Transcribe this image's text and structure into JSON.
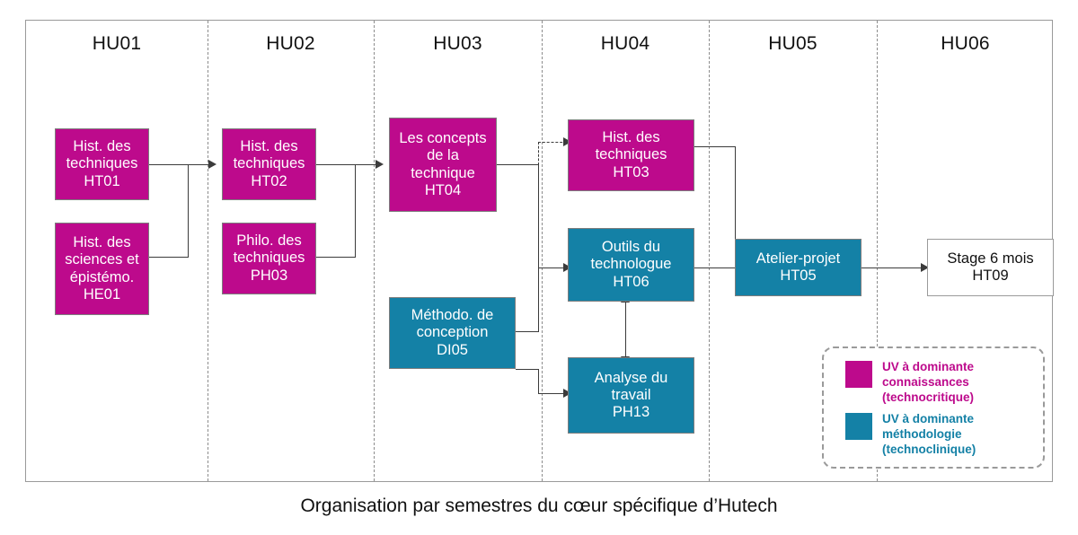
{
  "caption": "Organisation par semestres du cœur spécifique d’Hutech",
  "columns": [
    {
      "label": "HU01"
    },
    {
      "label": "HU02"
    },
    {
      "label": "HU03"
    },
    {
      "label": "HU04"
    },
    {
      "label": "HU05"
    },
    {
      "label": "HU06"
    }
  ],
  "nodes": {
    "ht01": {
      "text": "Hist. des\ntechniques\nHT01",
      "category": "connaissances",
      "column": "HU01"
    },
    "he01": {
      "text": "Hist. des\nsciences et\népistémo.\nHE01",
      "category": "connaissances",
      "column": "HU01"
    },
    "ht02": {
      "text": "Hist. des\ntechniques\nHT02",
      "category": "connaissances",
      "column": "HU02"
    },
    "ph03": {
      "text": "Philo. des\ntechniques\nPH03",
      "category": "connaissances",
      "column": "HU02"
    },
    "ht04": {
      "text": "Les concepts\nde la\ntechnique\nHT04",
      "category": "connaissances",
      "column": "HU03"
    },
    "di05": {
      "text": "Méthodo. de\nconception\nDI05",
      "category": "methodologie",
      "column": "HU03"
    },
    "ht03": {
      "text": "Hist. des\ntechniques\nHT03",
      "category": "connaissances",
      "column": "HU04"
    },
    "ht06": {
      "text": "Outils du\ntechnologue\nHT06",
      "category": "methodologie",
      "column": "HU04"
    },
    "ph13": {
      "text": "Analyse du\ntravail\nPH13",
      "category": "methodologie",
      "column": "HU04"
    },
    "ht05": {
      "text": "Atelier-projet\nHT05",
      "category": "methodologie",
      "column": "HU05"
    },
    "ht09": {
      "text": "Stage 6 mois\nHT09",
      "category": "stage",
      "column": "HU06"
    }
  },
  "legend": {
    "items": [
      {
        "label": "UV à dominante\nconnaissances\n(technocritique)",
        "color": "#bd0a8c",
        "key": "connaissances"
      },
      {
        "label": "UV à dominante\nméthodologie\n(technoclinique)",
        "color": "#1481a6",
        "key": "methodologie"
      }
    ]
  },
  "colors": {
    "connaissances": "#bd0a8c",
    "methodologie": "#1481a6",
    "stage": "#ffffff",
    "connector": "#3b3b3b",
    "frame": "#9a9a9a",
    "divider": "#8d8d8d"
  }
}
